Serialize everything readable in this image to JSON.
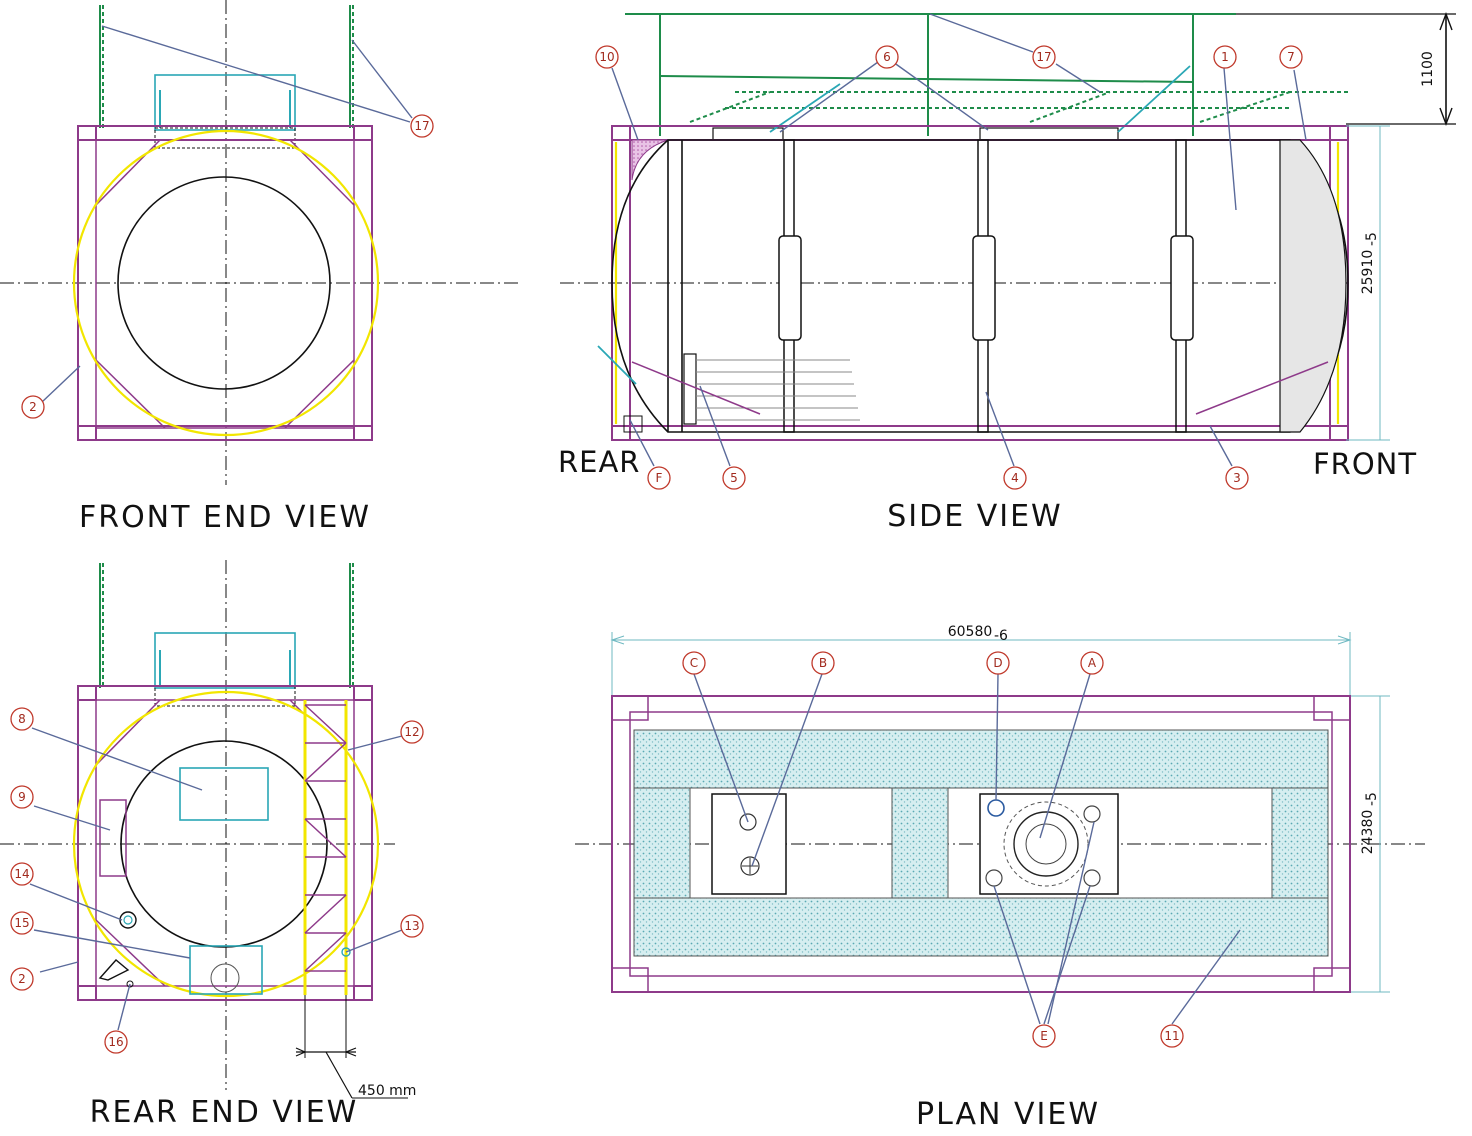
{
  "views": {
    "front_end": "FRONT END VIEW",
    "side": "SIDE VIEW",
    "rear_end": "REAR END VIEW",
    "plan": "PLAN VIEW"
  },
  "side_labels": {
    "rear": "REAR",
    "front": "FRONT"
  },
  "dimensions": {
    "height_1100": "1100",
    "height_25910": "25910",
    "height_25910_tol": "-5",
    "length_60580": "60580",
    "length_60580_tol": "-6",
    "width_24380": "24380",
    "width_24380_tol": "-5",
    "ladder_450": "450 mm"
  },
  "callouts": {
    "c1": "1",
    "c2": "2",
    "c3": "3",
    "c4": "4",
    "c5": "5",
    "c6": "6",
    "c7": "7",
    "c8": "8",
    "c9": "9",
    "c10": "10",
    "c11": "11",
    "c12": "12",
    "c13": "13",
    "c14": "14",
    "c15": "15",
    "c16": "16",
    "c17": "17",
    "cA": "A",
    "cB": "B",
    "cC": "C",
    "cD": "D",
    "cE": "E",
    "cF": "F"
  },
  "colors": {
    "frame": "#8e3a8a",
    "yellow_frame": "#f2e600",
    "walkway_green": "#1e8c4a",
    "cyan_detail": "#2aa7b5",
    "callout_red": "#c0392b",
    "leader_blue": "#5a6a9a"
  }
}
